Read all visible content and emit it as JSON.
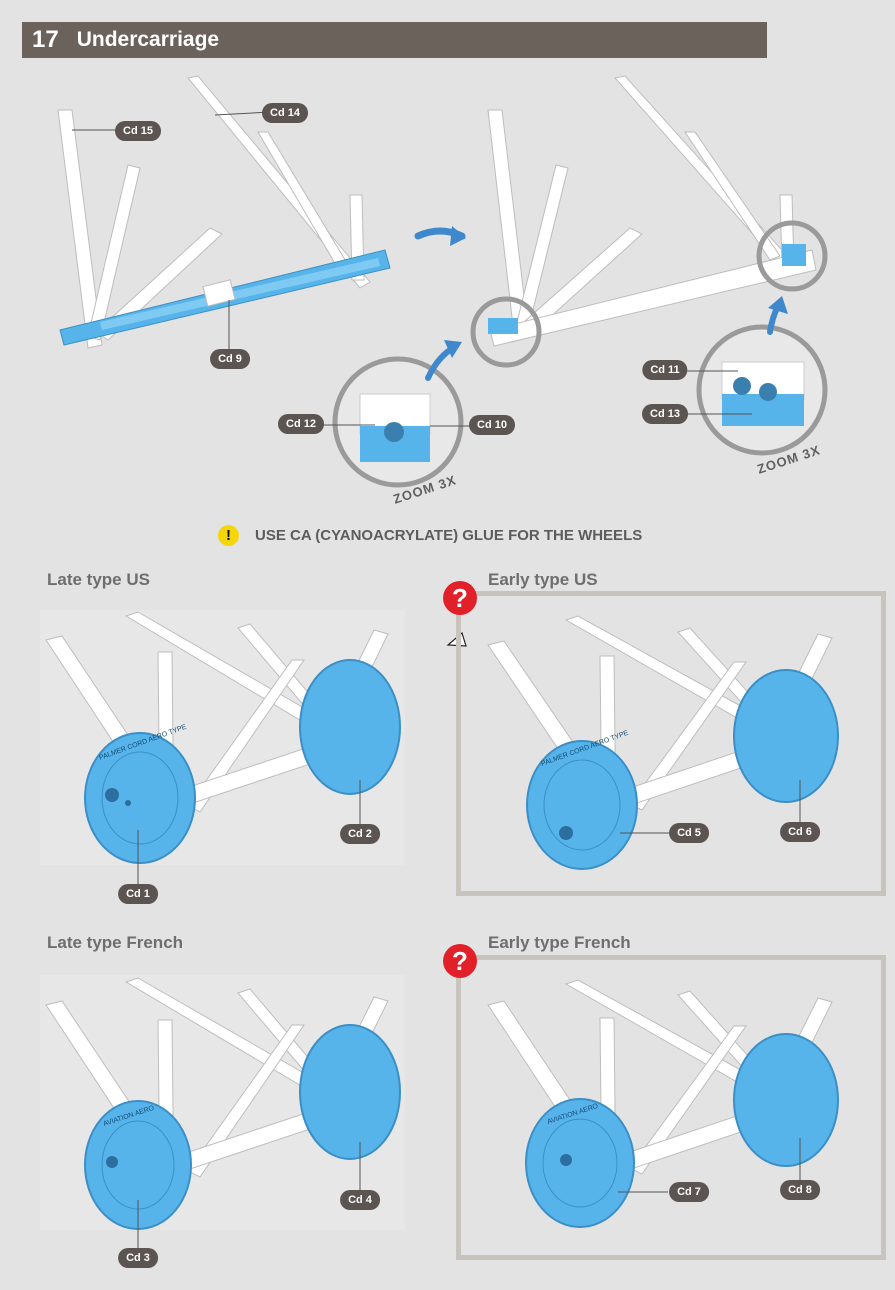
{
  "header": {
    "step": "17",
    "title": "Undercarriage"
  },
  "colors": {
    "header_bg": "#6b625b",
    "part_blue": "#56b4ea",
    "warning": "#f4d60a",
    "question": "#e2202a"
  },
  "top": {
    "callouts": [
      "Cd 15",
      "Cd 14",
      "Cd 9",
      "Cd 12",
      "Cd 10",
      "Cd 11",
      "Cd 13"
    ],
    "zoom_left": "ZOOM 3X",
    "zoom_right": "ZOOM 3X"
  },
  "glue_note": "USE CA (CYANOACRYLATE) GLUE FOR THE WHEELS",
  "sections": {
    "late_us": {
      "title": "Late type US",
      "callouts": [
        "Cd 1",
        "Cd 2"
      ],
      "wheel_text": "PALMER CORD AERO TYPE"
    },
    "early_us": {
      "title": "Early type US",
      "callouts": [
        "Cd 5",
        "Cd 6"
      ],
      "wheel_text": "PALMER CORD AERO TYPE"
    },
    "late_fr": {
      "title": "Late type French",
      "callouts": [
        "Cd 3",
        "Cd 4"
      ],
      "wheel_text": "AVIATION AERO"
    },
    "early_fr": {
      "title": "Early type French",
      "callouts": [
        "Cd 7",
        "Cd 8"
      ],
      "wheel_text": "AVIATION AERO"
    }
  },
  "icons": {
    "warning": "exclamation-icon",
    "question": "question-icon",
    "cursor": "mouse-cursor-icon"
  },
  "warning_glyph": "!",
  "question_glyph": "?"
}
